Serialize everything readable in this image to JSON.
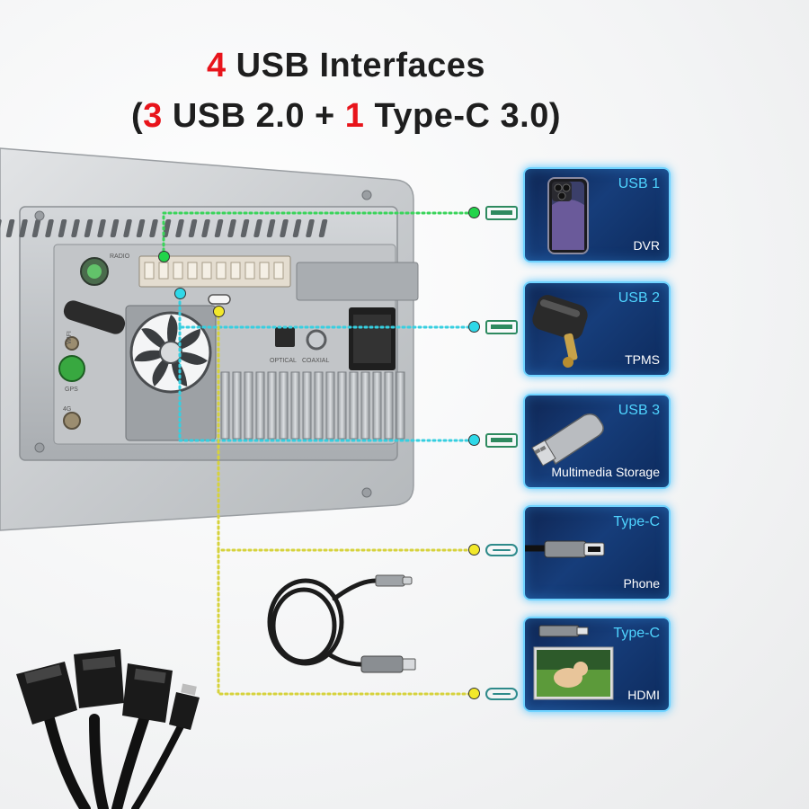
{
  "title": {
    "line1_number": "4",
    "line1_text": " USB Interfaces",
    "line2_open": "(",
    "line2_num_a": "3",
    "line2_mid": " USB 2.0 + ",
    "line2_num_b": "1",
    "line2_tail": " Type-C 3.0)"
  },
  "colors": {
    "highlight_red": "#e8141b",
    "title_dark": "#1e1e1e",
    "card_glow": "#6fd3ff",
    "card_title_cyan": "#4fd4ff",
    "dot_green": "#22d44a",
    "dot_cyan": "#2fd8e8",
    "dot_yellow": "#f2e82a"
  },
  "unit_labels": {
    "radio": "RADIO",
    "wifi": "WIFI",
    "gps": "GPS",
    "4g": "4G",
    "optical": "OPTICAL",
    "coaxial": "COAXIAL"
  },
  "cards": [
    {
      "title": "USB 1",
      "label": "DVR",
      "icon": "smartphone-icon"
    },
    {
      "title": "USB 2",
      "label": "TPMS",
      "icon": "tpms-sensor-icon"
    },
    {
      "title": "USB 3",
      "label": "Multimedia Storage",
      "icon": "usb-flash-drive-icon"
    },
    {
      "title": "Type-C",
      "label": "Phone",
      "icon": "usb-c-plug-icon"
    },
    {
      "title": "Type-C",
      "label": "HDMI",
      "icon": "hdmi-tv-icon"
    }
  ]
}
